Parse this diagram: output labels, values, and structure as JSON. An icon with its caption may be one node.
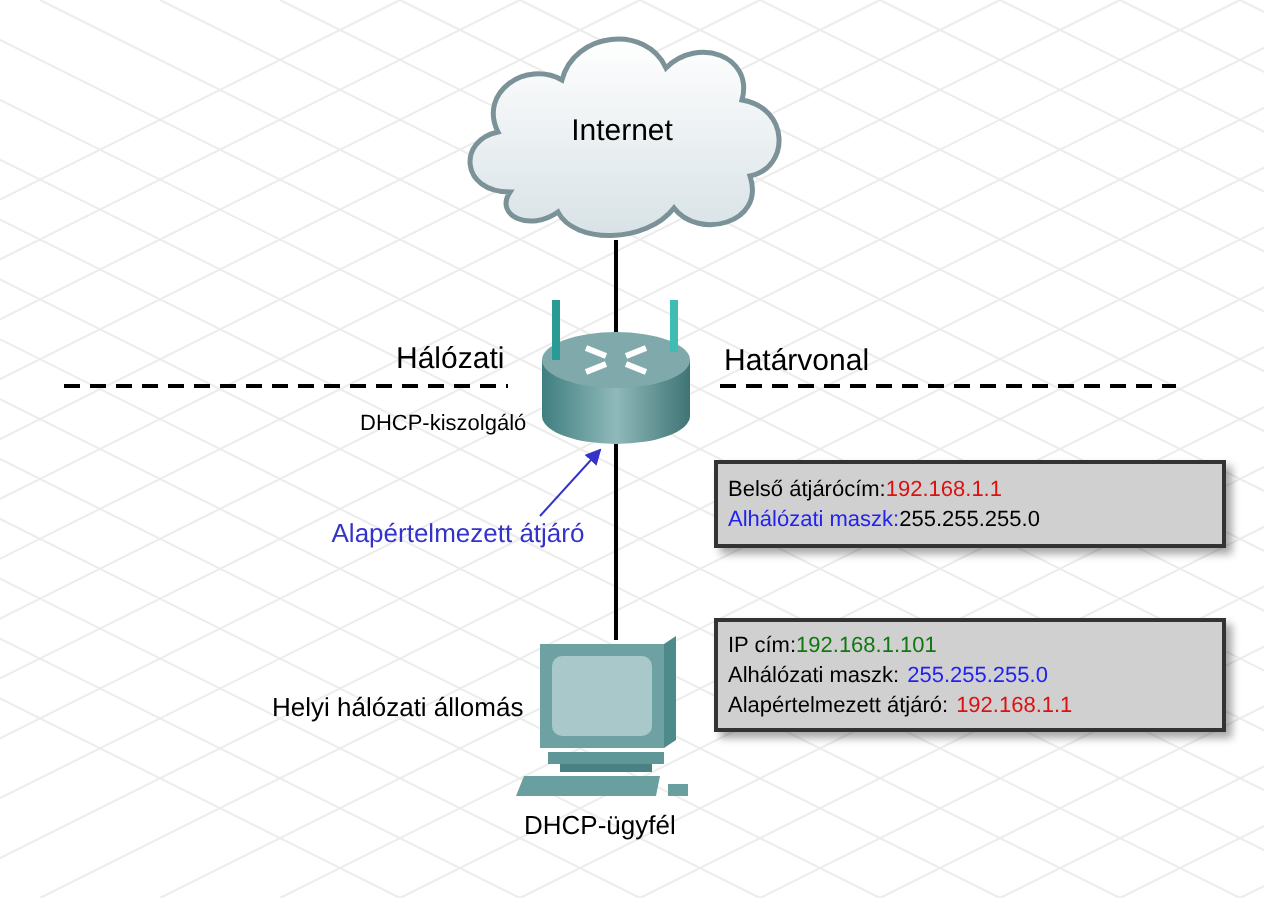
{
  "diagram": {
    "nodes": [
      {
        "text": [
          "Internet"
        ]
      },
      {
        "text": [],
        "shape": "picture",
        "beside": [
          "DHCP-kiszolgáló"
        ]
      },
      {
        "text": [
          "Alapértelmezett átjáró"
        ]
      },
      {
        "text": [
          "Belső átjárócím:",
          "192.168.1.1",
          "Alhálózati maszk:",
          "255.255.255.0"
        ]
      },
      {
        "text": [],
        "shape": "picture",
        "beside": [
          "Helyi hálózati állomás",
          "DHCP-ügyfél"
        ]
      },
      {
        "text": [
          "IP cím:",
          "192.168.1.101",
          "Alhálózati maszk:",
          "255.255.255.0",
          "Alapértelmezett átjáró:",
          "192.168.1.1"
        ]
      }
    ],
    "edges": [
      {
        "from": 0,
        "to": 1,
        "arrow": "none"
      },
      {
        "from": 1,
        "to": 4,
        "arrow": "none"
      },
      {
        "from": 2,
        "to": 1,
        "arrow": "to",
        "color": "#3333cc"
      }
    ],
    "labels": [
      "Hálózati",
      "Határvonal"
    ]
  }
}
